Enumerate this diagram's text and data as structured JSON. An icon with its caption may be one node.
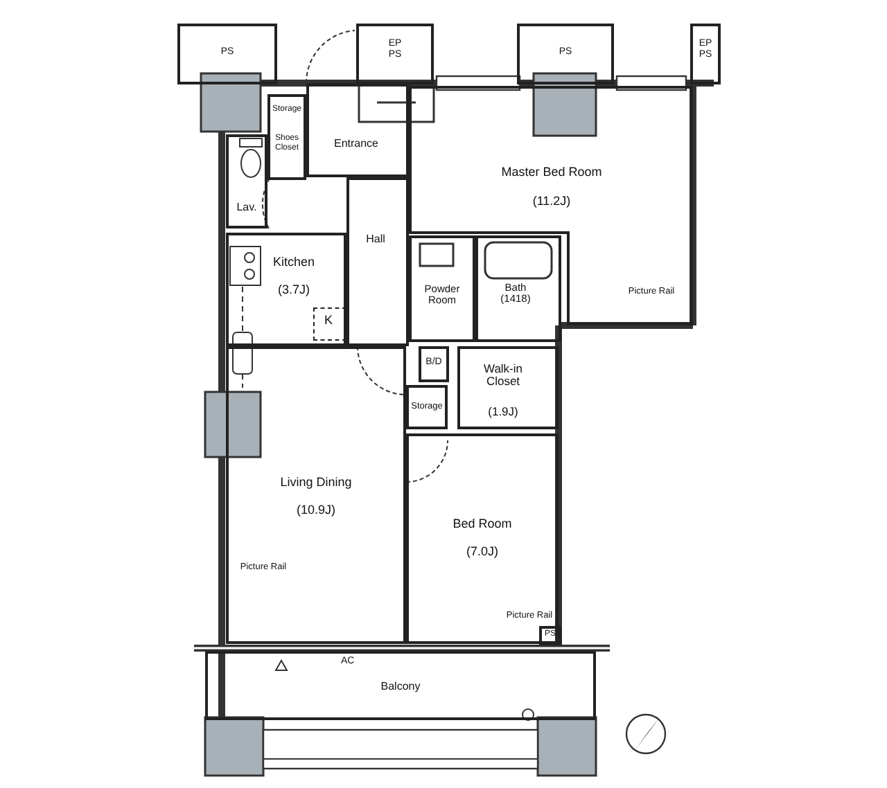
{
  "diagram": {
    "nodes": [
      {
        "text": [
          "PS"
        ]
      },
      {
        "text": [
          "EP PS"
        ]
      },
      {
        "text": [
          "PS"
        ]
      },
      {
        "text": [
          "EP PS"
        ]
      },
      {
        "text": [
          "Storage",
          "Shoes Closet"
        ]
      },
      {
        "text": [
          "Entrance"
        ]
      },
      {
        "text": [
          "Master Bed Room",
          "(11.2J)",
          "Picture Rail"
        ]
      },
      {
        "text": [
          "Lav."
        ]
      },
      {
        "text": [
          "Hall"
        ]
      },
      {
        "text": [
          "Kitchen",
          "(3.7J)"
        ]
      },
      {
        "text": [
          "K"
        ],
        "in": 9
      },
      {
        "text": [
          "Powder Room"
        ]
      },
      {
        "text": [
          "Bath (1418)"
        ]
      },
      {
        "text": [
          "B/D"
        ]
      },
      {
        "text": [
          "Storage"
        ]
      },
      {
        "text": [
          "Walk-in Closet",
          "(1.9J)"
        ]
      },
      {
        "text": [
          "Living Dining",
          "(10.9J)",
          "Picture Rail"
        ]
      },
      {
        "text": [
          "Bed Room",
          "(7.0J)",
          "Picture Rail"
        ]
      },
      {
        "text": [
          "PS"
        ]
      },
      {
        "text": [
          "Balcony"
        ]
      }
    ],
    "edges": [],
    "labels": [
      "AC"
    ]
  }
}
